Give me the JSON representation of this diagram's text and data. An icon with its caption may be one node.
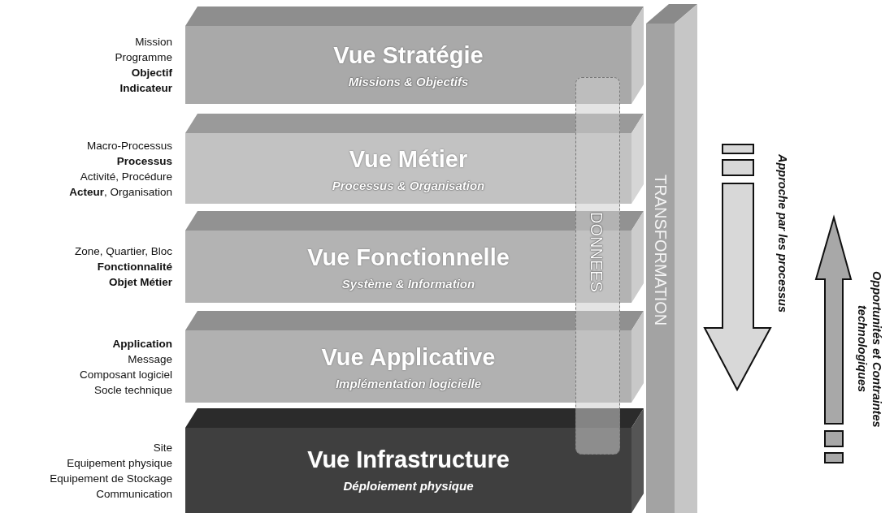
{
  "diagram": {
    "nodes": [
      {
        "text": [
          "Vue Stratégie",
          "Missions & Objectifs"
        ],
        "beside": [
          "Mission",
          "Programme",
          "**Objectif**",
          "**Indicateur**"
        ]
      },
      {
        "text": [
          "Vue Métier",
          "Processus & Organisation"
        ],
        "beside": [
          "Macro-Processus",
          "**Processus**",
          "Activité, Procédure",
          "**Acteur**, Organisation"
        ]
      },
      {
        "text": [
          "Vue Fonctionnelle",
          "Système & Information"
        ],
        "beside": [
          "Zone, Quartier, Bloc",
          "**Fonctionnalité**",
          "**Objet Métier**"
        ]
      },
      {
        "text": [
          "Vue Applicative",
          "Implémentation logicielle"
        ],
        "beside": [
          "**Application**",
          "Message",
          "Composant logiciel",
          "Socle technique"
        ]
      },
      {
        "text": [
          "Vue Infrastructure",
          "Déploiement physique"
        ],
        "beside": [
          "Site",
          "Equipement physique",
          "Equipement de Stockage",
          "Communication"
        ]
      },
      {
        "text": [
          "DONNEES"
        ]
      },
      {
        "text": [
          "TRANSFORMATION"
        ]
      }
    ],
    "labels": [
      "Approche par les processus",
      "Opportunités et Contraintes technologiques"
    ]
  }
}
